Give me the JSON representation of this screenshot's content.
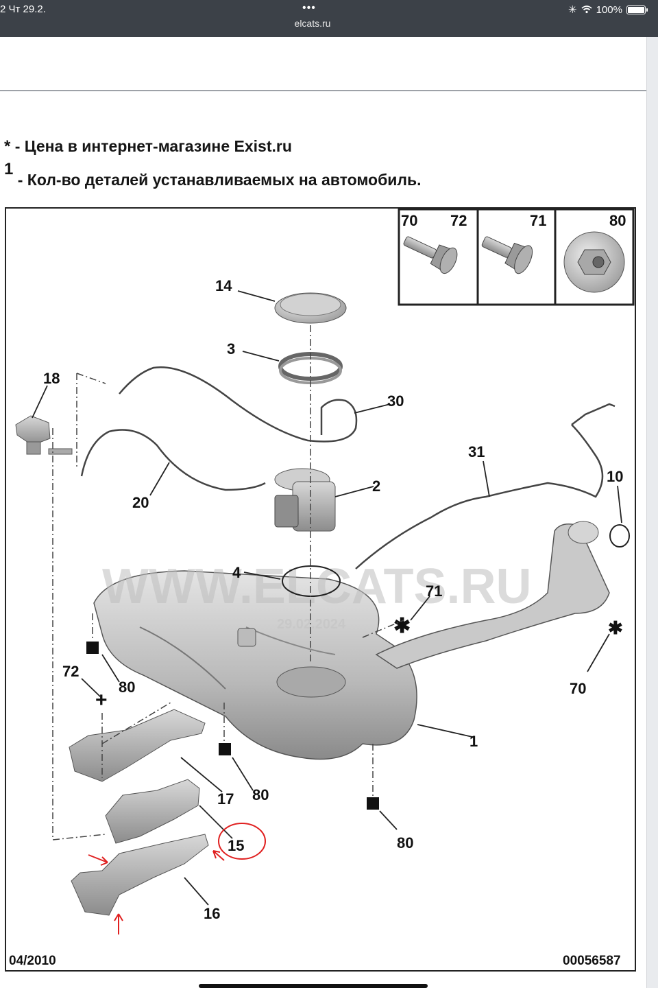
{
  "status_bar": {
    "time": "2   Чт 29.2.",
    "url": "elcats.ru",
    "dots": "•••",
    "battery": "100%"
  },
  "legend": {
    "price_symbol": "*",
    "price_text": " - Цена в интернет-магазине Exist.ru",
    "qty_symbol": "1",
    "qty_text": " - Кол-во деталей устанавливаемых на автомобиль."
  },
  "diagram": {
    "date_code": "04/2010",
    "ref_code": "00056587",
    "watermark": "WWW.ELCATS.RU",
    "watermark_small": "29.02.2024",
    "fastener_headers": [
      "70",
      "72",
      "71",
      "80"
    ],
    "part_numbers": [
      "14",
      "3",
      "18",
      "30",
      "20",
      "2",
      "31",
      "10",
      "4",
      "71",
      "70",
      "72",
      "80",
      "80",
      "80",
      "80",
      "1",
      "17",
      "15",
      "16"
    ],
    "accent_color": "#e02020"
  }
}
